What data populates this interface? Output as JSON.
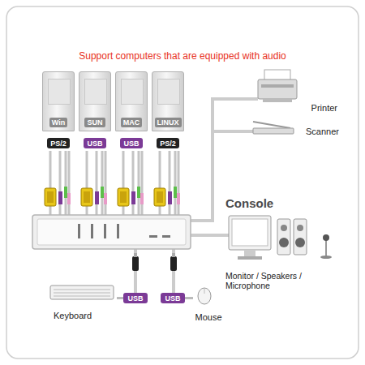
{
  "diagram": {
    "title": "Support computers that are equipped with audio",
    "nodes": [
      {
        "text": [
          "Win"
        ]
      },
      {
        "text": [
          "SUN"
        ]
      },
      {
        "text": [
          "MAC"
        ]
      },
      {
        "text": [
          "LINUX"
        ]
      },
      {
        "text": [
          "PS/2"
        ]
      },
      {
        "text": [
          "USB"
        ]
      },
      {
        "text": [
          "USB"
        ]
      },
      {
        "text": [
          "PS/2"
        ]
      },
      {
        "text": [
          "Printer"
        ]
      },
      {
        "text": [
          "Scanner"
        ]
      },
      {
        "text": [
          "Console",
          "Monitor / Speakers / Microphone"
        ]
      },
      {
        "text": [
          "Keyboard"
        ]
      },
      {
        "text": [
          "USB"
        ]
      },
      {
        "text": [
          "USB"
        ]
      },
      {
        "text": [
          "Mouse"
        ]
      }
    ],
    "edges": [
      {
        "from": 11,
        "to": 12,
        "arrow": "none"
      },
      {
        "from": 14,
        "to": 13,
        "arrow": "none"
      }
    ]
  }
}
